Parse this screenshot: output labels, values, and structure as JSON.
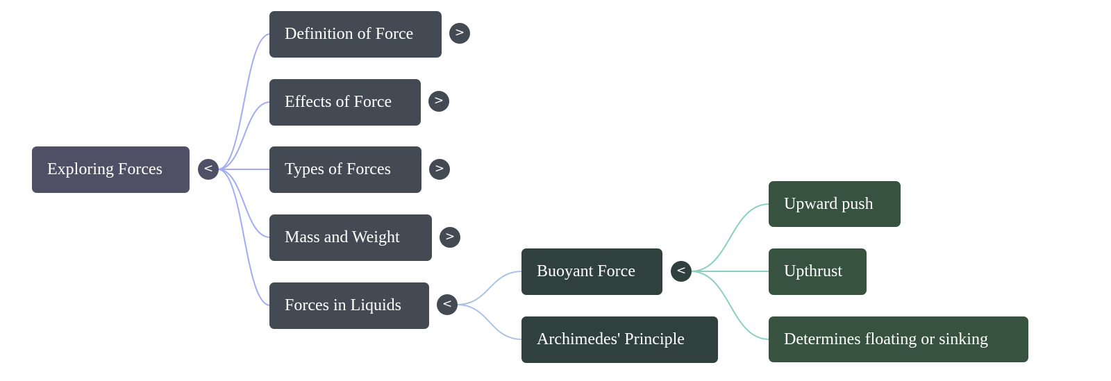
{
  "mindmap": {
    "root": {
      "label": "Exploring Forces",
      "toggle": "<",
      "expanded": true
    },
    "branches": [
      {
        "label": "Definition of Force",
        "toggle": ">",
        "expanded": false
      },
      {
        "label": "Effects of Force",
        "toggle": ">",
        "expanded": false
      },
      {
        "label": "Types of Forces",
        "toggle": ">",
        "expanded": false
      },
      {
        "label": "Mass and Weight",
        "toggle": ">",
        "expanded": false
      },
      {
        "label": "Forces in Liquids",
        "toggle": "<",
        "expanded": true,
        "children": [
          {
            "label": "Buoyant Force",
            "toggle": "<",
            "expanded": true,
            "children": [
              {
                "label": "Upward push"
              },
              {
                "label": "Upthrust"
              },
              {
                "label": "Determines floating or sinking"
              }
            ]
          },
          {
            "label": "Archimedes' Principle"
          }
        ]
      }
    ]
  },
  "colors": {
    "root_bg": "#4f5066",
    "level1_bg": "#434a53",
    "level2_bg": "#2f403d",
    "level3_bg": "#37533f",
    "edge_root": "#a3abf2",
    "edge_level1": "#a9c3e2",
    "edge_level2": "#8acfbf"
  }
}
